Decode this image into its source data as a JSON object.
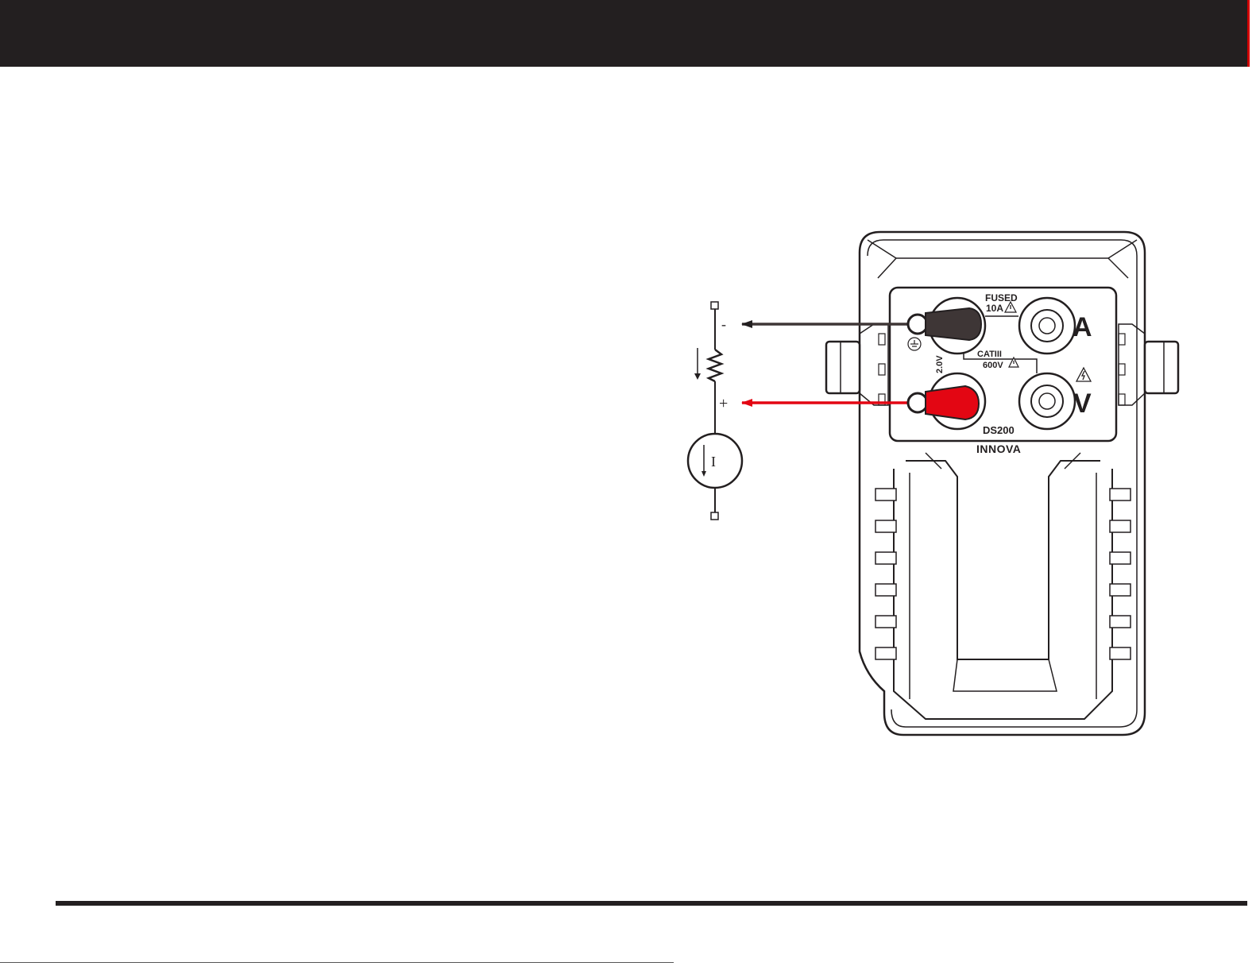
{
  "colors": {
    "header": "#231f20",
    "header_edge": "#d10000",
    "black_lead": "#3e3636",
    "red_lead": "#e30613",
    "outline": "#231f20"
  },
  "circuit": {
    "minus": "-",
    "plus": "+",
    "source_label": "I"
  },
  "meter": {
    "fused_line1": "FUSED",
    "fused_line2": "10A",
    "cat_line1": "CATIII",
    "cat_line2": "600V",
    "voltage_range": "2.0V",
    "jack_a": "A",
    "jack_v": "V",
    "model": "DS200",
    "brand": "INNOVA"
  },
  "icons": [
    "warning-icon",
    "ground-icon",
    "high-voltage-icon"
  ]
}
